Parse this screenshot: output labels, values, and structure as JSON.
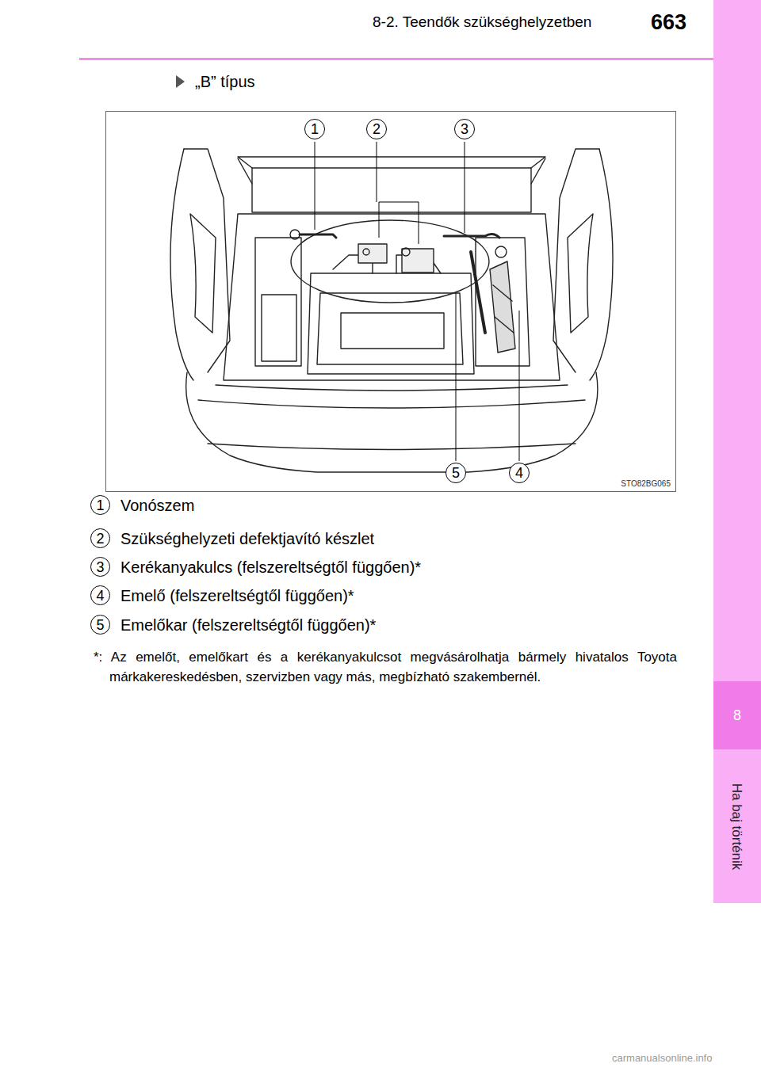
{
  "diagram": {
    "nodes": [
      {
        "text": [
          "STO82BG065"
        ]
      },
      {
        "text": [
          "1"
        ],
        "in": 0
      },
      {
        "text": [
          "2"
        ],
        "in": 0
      },
      {
        "text": [
          "3"
        ],
        "in": 0
      },
      {
        "text": [
          "5"
        ],
        "in": 0
      },
      {
        "text": [
          "4"
        ],
        "in": 0
      },
      {
        "text": [
          "1"
        ]
      },
      {
        "text": [
          "2"
        ]
      },
      {
        "text": [
          "3"
        ]
      },
      {
        "text": [
          "4"
        ]
      },
      {
        "text": [
          "5"
        ]
      },
      {
        "text": [
          "8"
        ]
      },
      {
        "text": [
          "Ha baj történik"
        ]
      }
    ],
    "labels": [
      "8-2. Teendők szükséghelyzetben",
      "663",
      "„B” típus",
      "Vonószem",
      "Szükséghelyzeti defektjavító készlet",
      "Kerékanyakulcs (felszereltségtől függően)*",
      "Emelő (felszereltségtől függően)*",
      "Emelőkar (felszereltségtől függően)*",
      "*: Az emelőt, emelőkart és a kerékanyakulcsot megvásárolhatja bármely hivatalos Toyota márkakereskedésben, szervizben vagy más, megbízható szakembernél.",
      "carmanualsonline.info"
    ]
  }
}
